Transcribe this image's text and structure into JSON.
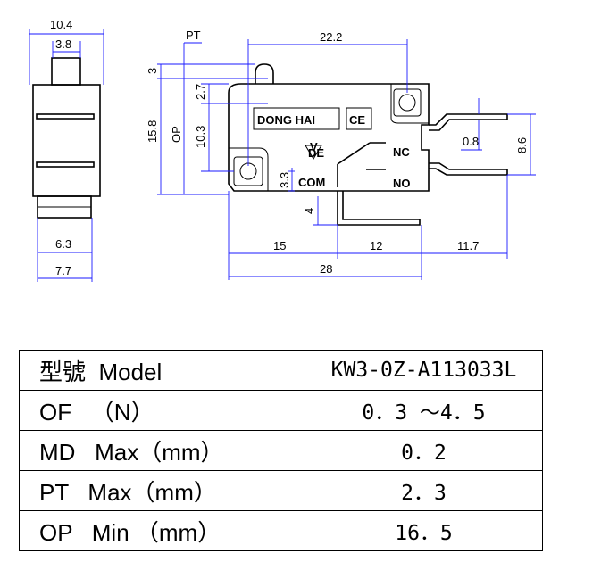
{
  "drawing": {
    "dims": {
      "side_width": "10.4",
      "side_inner": "3.8",
      "side_6_3": "6.3",
      "side_7_7": "7.7",
      "pt": "PT",
      "d3": "3",
      "d15_8": "15.8",
      "op": "OP",
      "d2_7": "2.7",
      "d10_3": "10.3",
      "d3_3": "3.3",
      "d22_2": "22.2",
      "d0_8": "0.8",
      "d8_6": "8.6",
      "d4": "4",
      "d15": "15",
      "d12": "12",
      "d11_7": "11.7",
      "d28": "28"
    },
    "labels": {
      "brand": "DONG HAI",
      "ce": "CE",
      "nc": "NC",
      "no": "NO",
      "com": "COM",
      "vde_v": "V",
      "vde_de": "DE"
    }
  },
  "spec_table": {
    "rows": [
      {
        "label": "型號  Model",
        "value": "KW3-0Z-A113033L"
      },
      {
        "label": "OF   （N）",
        "value": "0．3 ～4．5"
      },
      {
        "label": "MD   Max（mm）",
        "value": "0．2"
      },
      {
        "label": "PT   Max（mm）",
        "value": "2．3"
      },
      {
        "label": "OP   Min （mm）",
        "value": "16．5"
      }
    ]
  }
}
